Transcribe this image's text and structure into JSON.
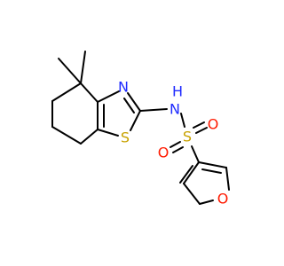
{
  "molecule": {
    "atoms": {
      "n_ring": {
        "label": "N",
        "color": "#1f2bff"
      },
      "s_ring": {
        "label": "S",
        "color": "#c8a200"
      },
      "nh": {
        "label": "N",
        "color": "#1f2bff"
      },
      "h": {
        "label": "H",
        "color": "#1f2bff"
      },
      "s_sulfonyl": {
        "label": "S",
        "color": "#c8a200"
      },
      "o_top": {
        "label": "O",
        "color": "#ff1a00"
      },
      "o_left": {
        "label": "O",
        "color": "#ff1a00"
      },
      "o_furan": {
        "label": "O",
        "color": "#ff1a00"
      }
    }
  }
}
